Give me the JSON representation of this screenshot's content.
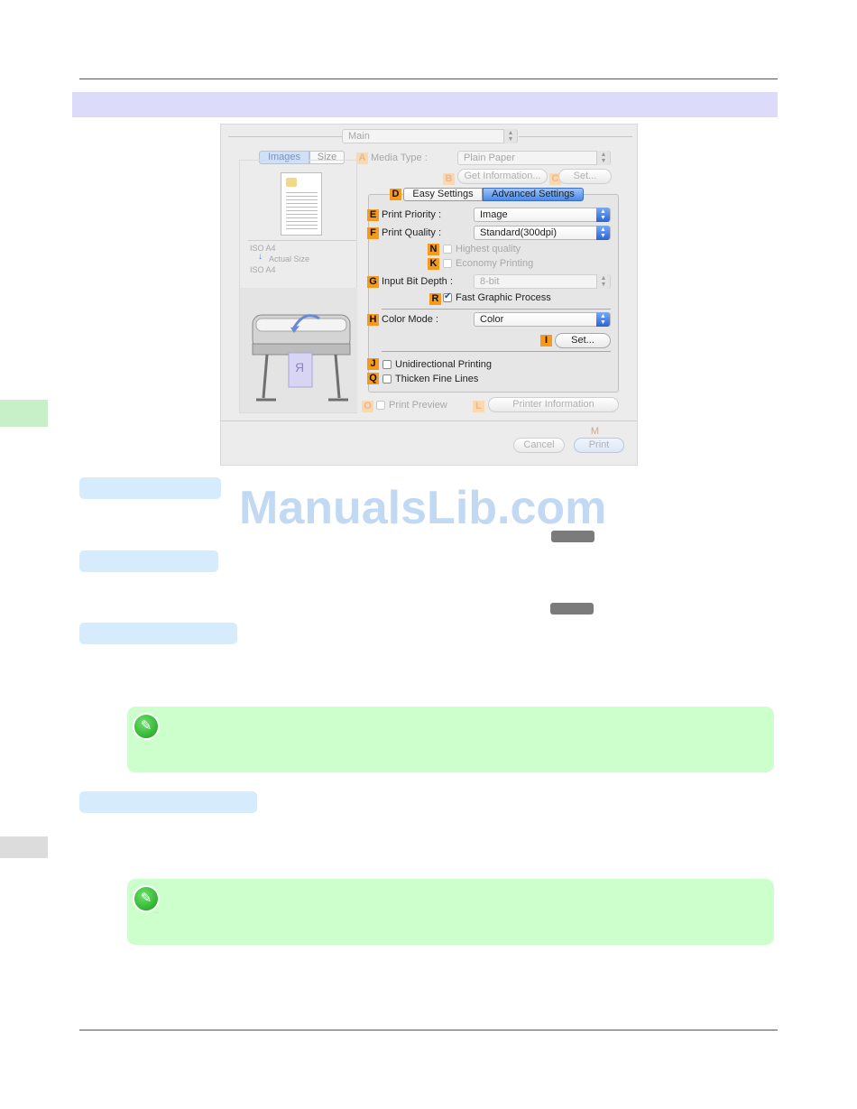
{
  "dialog": {
    "main_popup": "Main",
    "images_tab": "Images",
    "size_tab": "Size",
    "paper_from": "ISO A4",
    "paper_mode": "Actual Size",
    "paper_to": "ISO A4",
    "printer_image_glyph": "R",
    "media_type_label": "Media Type :",
    "media_type_value": "Plain Paper",
    "get_information_button": "Get Information...",
    "set_button_c": "Set...",
    "easy_settings_tab": "Easy Settings",
    "advanced_settings_tab": "Advanced Settings",
    "print_priority_label": "Print Priority :",
    "print_priority_value": "Image",
    "print_quality_label": "Print Quality :",
    "print_quality_value": "Standard(300dpi)",
    "highest_quality_label": "Highest quality",
    "economy_printing_label": "Economy Printing",
    "input_bit_depth_label": "Input Bit Depth :",
    "input_bit_depth_value": "8-bit",
    "fast_graphic_label": "Fast Graphic Process",
    "color_mode_label": "Color Mode :",
    "color_mode_value": "Color",
    "set_button_i": "Set...",
    "unidirectional_label": "Unidirectional Printing",
    "thicken_lines_label": "Thicken Fine Lines",
    "print_preview_label": "Print Preview",
    "printer_information_button": "Printer Information",
    "cancel_button": "Cancel",
    "print_button": "Print"
  },
  "badges": {
    "a": "A",
    "b": "B",
    "c": "C",
    "d": "D",
    "e": "E",
    "f": "F",
    "n": "N",
    "k": "K",
    "g": "G",
    "r": "R",
    "h": "H",
    "i": "I",
    "j": "J",
    "q": "Q",
    "o": "O",
    "l": "L",
    "m": "M"
  },
  "watermark": "ManualsLib.com",
  "colors": {
    "badge": "#f59a1c",
    "note_bg": "#ccffcc",
    "heading_bg": "#d6ebfb",
    "band": "#dcdcfa",
    "popup_accent": "#2a64d8"
  }
}
